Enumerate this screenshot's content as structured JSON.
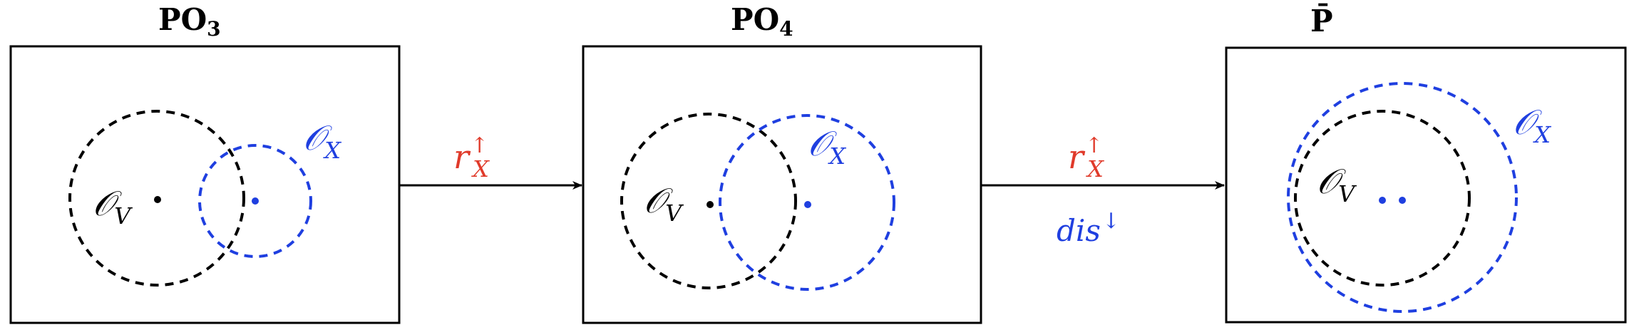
{
  "colors": {
    "black": "#000000",
    "blue": "#1f3fe0",
    "red": "#e03a2a"
  },
  "panels": [
    {
      "title_main": "PO",
      "title_sub": "3",
      "label_v": "𝒪",
      "label_v_sub": "V",
      "label_x": "𝒪",
      "label_x_sub": "X"
    },
    {
      "title_main": "PO",
      "title_sub": "4",
      "label_v": "𝒪",
      "label_v_sub": "V",
      "label_x": "𝒪",
      "label_x_sub": "X"
    },
    {
      "title_main": "P̄",
      "title_sub": "",
      "label_v": "𝒪",
      "label_v_sub": "V",
      "label_x": "𝒪",
      "label_x_sub": "X"
    }
  ],
  "arrows": [
    {
      "label_r": "r",
      "label_r_sup": "↑",
      "label_r_sub": "X"
    },
    {
      "label_r": "r",
      "label_r_sup": "↑",
      "label_r_sub": "X",
      "label_dis": "dis",
      "label_dis_sup": "↓"
    }
  ]
}
